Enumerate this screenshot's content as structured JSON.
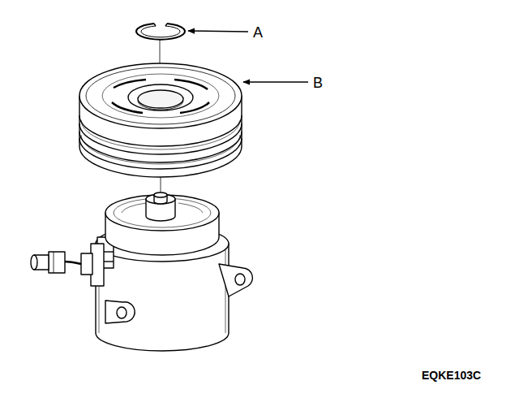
{
  "diagram": {
    "labels": [
      "A",
      "B",
      "EQKE103C"
    ]
  }
}
